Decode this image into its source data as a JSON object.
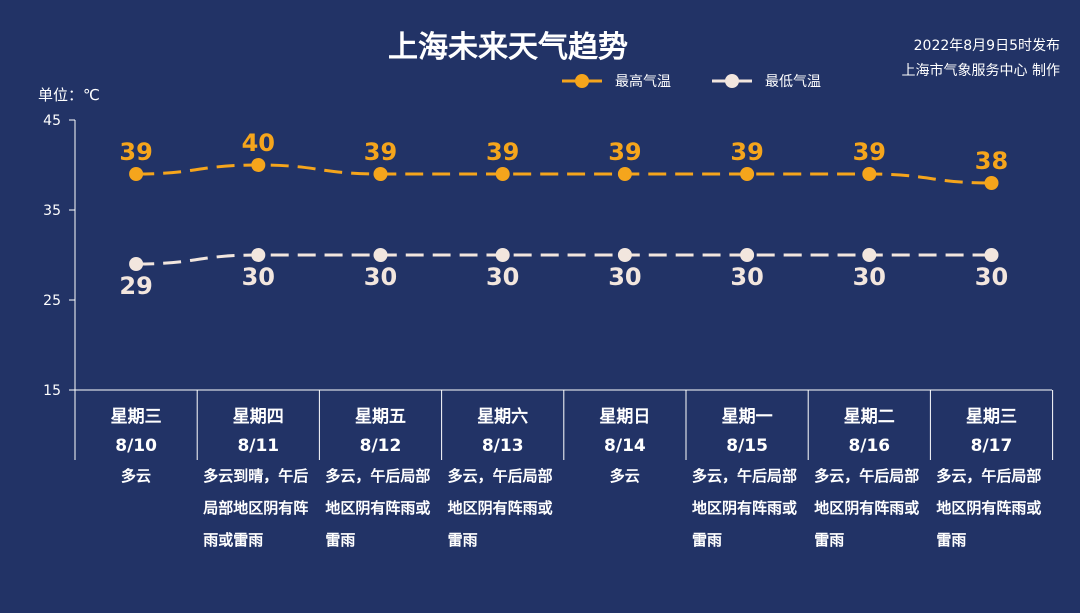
{
  "title": "上海未来天气趋势",
  "publish_date": "2022年8月9日5时发布",
  "publisher": "上海市气象服务中心 制作",
  "unit_label": "单位：℃",
  "colors": {
    "background": "#223366",
    "high": "#F5A51C",
    "low": "#F2E6DE",
    "axis": "#FFFFFF"
  },
  "chart_data": {
    "type": "line",
    "ylim": [
      15,
      45
    ],
    "yticks": [
      15,
      25,
      35,
      45
    ],
    "legend_position": "top-right",
    "categories": [
      {
        "weekday": "星期三",
        "date": "8/10",
        "weather": "多云"
      },
      {
        "weekday": "星期四",
        "date": "8/11",
        "weather": "多云到晴，午后局部地区阴有阵雨或雷雨"
      },
      {
        "weekday": "星期五",
        "date": "8/12",
        "weather": "多云，午后局部地区阴有阵雨或雷雨"
      },
      {
        "weekday": "星期六",
        "date": "8/13",
        "weather": "多云，午后局部地区阴有阵雨或雷雨"
      },
      {
        "weekday": "星期日",
        "date": "8/14",
        "weather": "多云"
      },
      {
        "weekday": "星期一",
        "date": "8/15",
        "weather": "多云，午后局部地区阴有阵雨或雷雨"
      },
      {
        "weekday": "星期二",
        "date": "8/16",
        "weather": "多云，午后局部地区阴有阵雨或雷雨"
      },
      {
        "weekday": "星期三",
        "date": "8/17",
        "weather": "多云，午后局部地区阴有阵雨或雷雨"
      }
    ],
    "series": [
      {
        "name": "最高气温",
        "values": [
          39,
          40,
          39,
          39,
          39,
          39,
          39,
          38
        ]
      },
      {
        "name": "最低气温",
        "values": [
          29,
          30,
          30,
          30,
          30,
          30,
          30,
          30
        ]
      }
    ]
  }
}
